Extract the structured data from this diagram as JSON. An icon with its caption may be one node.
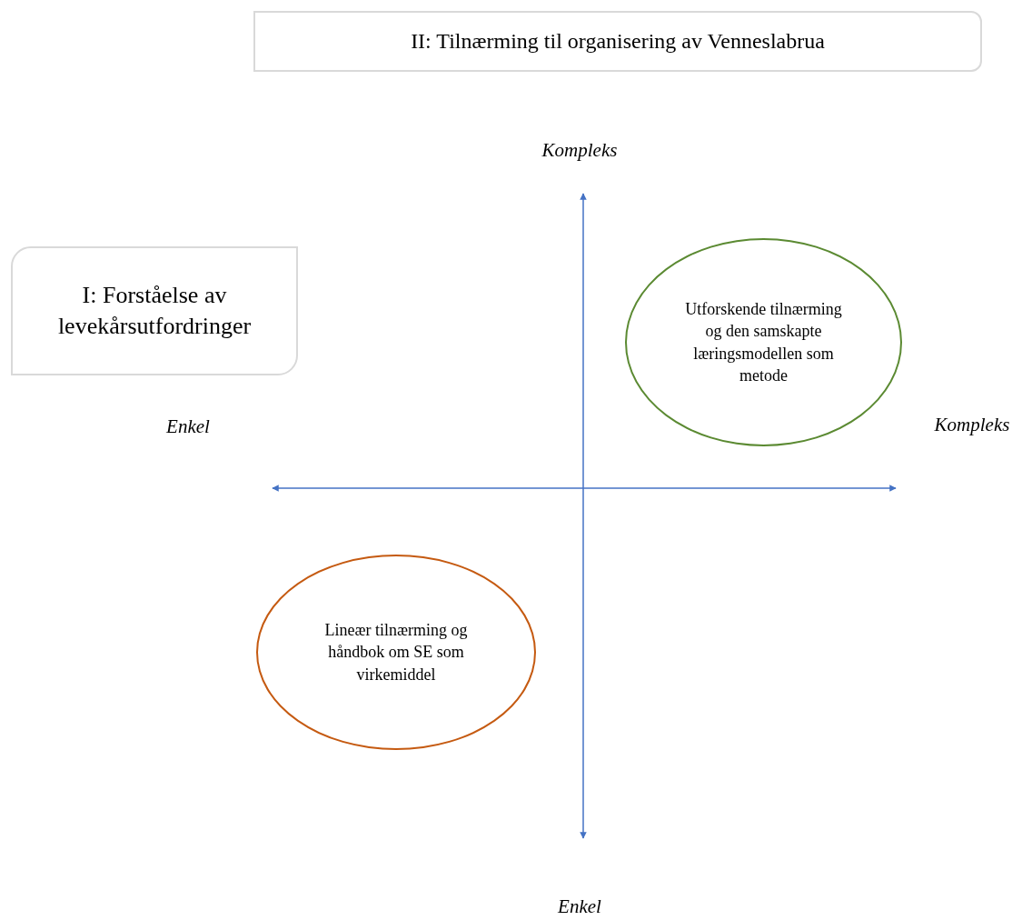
{
  "diagram": {
    "nodes": [
      {
        "text": [
          "II: Tilnærming til organisering av Venneslabrua"
        ]
      },
      {
        "text": [
          "I: Forståelse av levekårsutfordringer"
        ]
      },
      {
        "text": [
          "Utforskende tilnærming og den samskapte læringsmodellen som metode"
        ]
      },
      {
        "text": [
          "Lineær tilnærming og håndbok om SE som virkemiddel"
        ]
      }
    ],
    "labels": [
      "Kompleks",
      "Enkel",
      "Kompleks",
      "Enkel"
    ]
  }
}
